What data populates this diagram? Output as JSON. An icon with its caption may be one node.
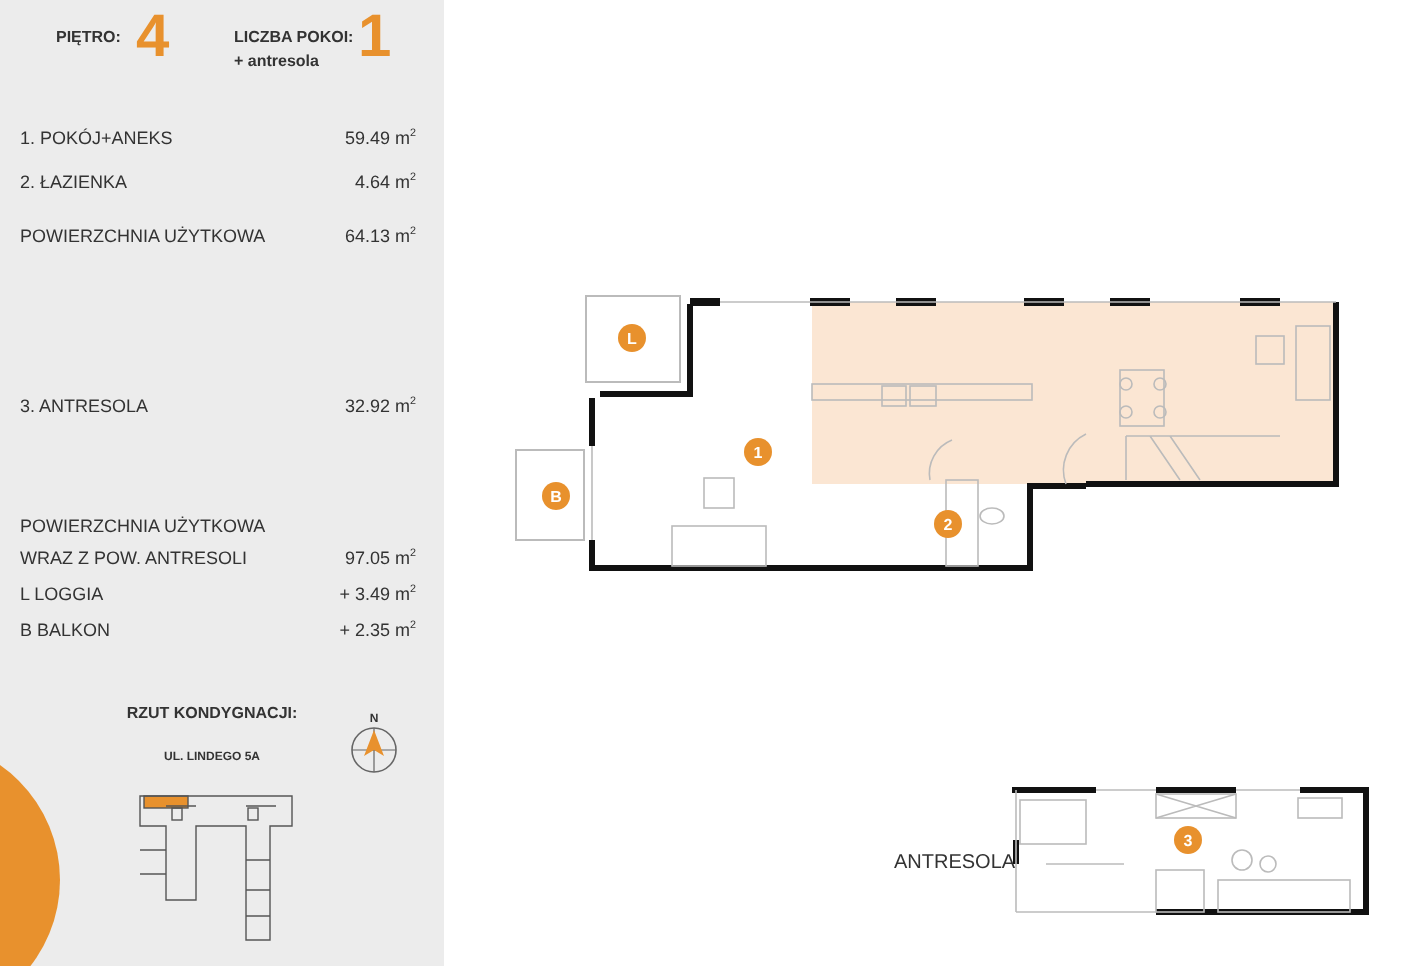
{
  "diagram": {
    "nodes": [
      {
        "text": [
          "L"
        ]
      },
      {
        "text": [
          "1"
        ]
      },
      {
        "text": [
          "B"
        ]
      },
      {
        "text": [
          "2"
        ]
      },
      {
        "text": [
          "3"
        ]
      }
    ],
    "labels": [
      "PIĘTRO:",
      "4",
      "LICZBA POKOI:",
      "+ antresola",
      "1",
      "1.  POKÓJ+ANEKS",
      "59.49 m$^{2}$",
      "2.  ŁAZIENKA",
      "4.64 m$^{2}$",
      "POWIERZCHNIA UŻYTKOWA",
      "64.13 m$^{2}$",
      "3.  ANTRESOLA",
      "32.92 m$^{2}$",
      "POWIERZCHNIA UŻYTKOWA",
      "WRAZ Z POW. ANTRESOLI",
      "97.05 m$^{2}$",
      "L   LOGGIA",
      "+ 3.49 m$^{2}$",
      "B   BALKON",
      "+ 2.35 m$^{2}$",
      "RZUT KONDYGNACJI:",
      "N",
      "UL. LINDEGO 5A",
      "ANTRESOLA"
    ]
  }
}
